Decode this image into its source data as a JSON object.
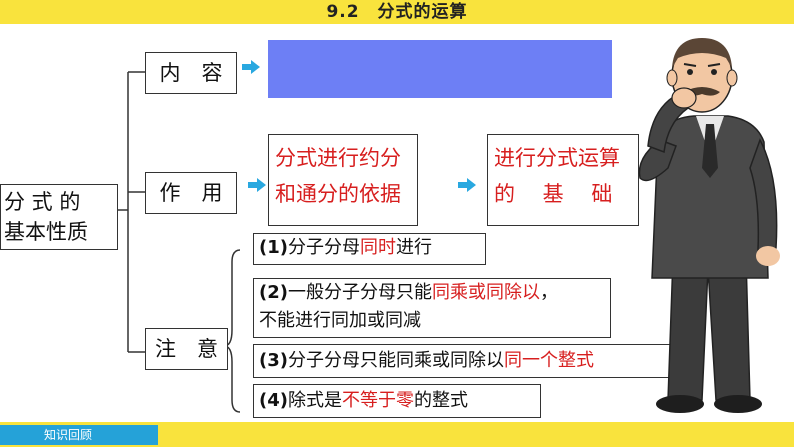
{
  "header": {
    "title": "9.2　分式的运算"
  },
  "footer": {
    "tag": "知识回顾"
  },
  "root": {
    "line1": "分 式 的",
    "line2": "基本性质"
  },
  "branches": {
    "content": {
      "label": "内　容"
    },
    "use": {
      "label": "作　用",
      "box1_line1": "分式进行约分",
      "box1_line2": "和通分的依据",
      "box2_line1": "进行分式运算",
      "box2_line2": "的　 基 　础"
    },
    "notes": {
      "label": "注　意",
      "items": [
        {
          "num": "(1)",
          "pre": "分子分母",
          "hl": "同时",
          "post": "进行"
        },
        {
          "num": "(2)",
          "pre": "一般分子分母只能",
          "hl": "同乘或同除以",
          "post": "，",
          "line2": "不能进行同加或同减"
        },
        {
          "num": "(3)",
          "pre": "分子分母只能同乘或同除以",
          "hl": "同一个整式",
          "post": ""
        },
        {
          "num": "(4)",
          "pre": "除式是",
          "hl": "不等于零",
          "post": "的整式"
        }
      ]
    }
  },
  "colors": {
    "accent_yellow": "#f9e33d",
    "tag_blue": "#25a2d8",
    "highlight_red": "#d71f1f",
    "content_box": "#6d7ff5",
    "arrow_blue": "#29a8e0"
  }
}
